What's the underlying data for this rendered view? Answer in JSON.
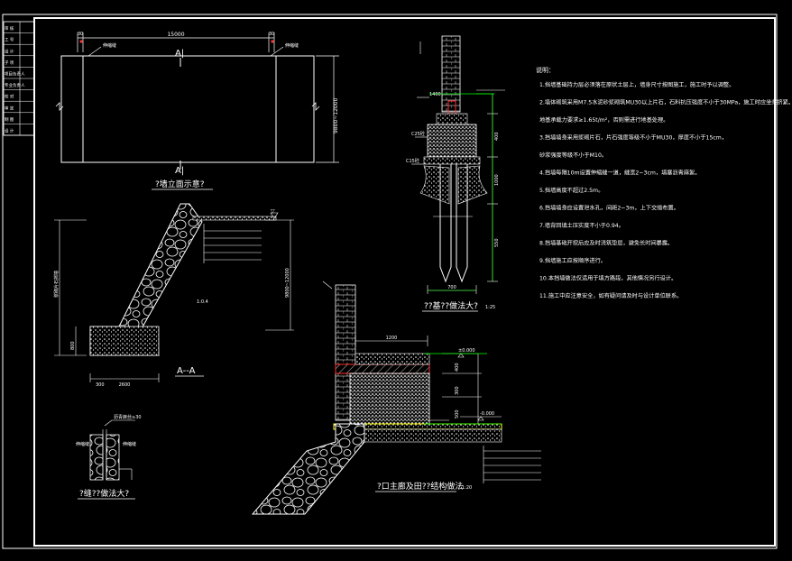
{
  "drawing": {
    "colors": {
      "background": "#000000",
      "line": "#ffffff",
      "dimension": "#00ff00",
      "cap": "#ff3030",
      "yellow": "#ffff00",
      "cyan": "#00ffff"
    },
    "title_block": {
      "rows": [
        "审 核",
        "工 号",
        "设 计",
        "子 项",
        "项目负责人",
        "专业负责人",
        "校 对",
        "审 定",
        "制 图",
        "设 计"
      ]
    },
    "elevation": {
      "label_a_top": "A|",
      "label_a_bottom": "A|",
      "dim_top": "15000",
      "dim_left": "30",
      "dim_right": "30",
      "dim_height": "9800~12000",
      "note_left": "伸缩缝",
      "note_right": "伸缩缝",
      "title": "?墙立面示意?"
    },
    "section_aa": {
      "title": "A--A",
      "top_level": "▽",
      "dim_width": "2600",
      "dim_base": "300",
      "dim_height_left": "800",
      "label_slope": "1:0.4",
      "label_vertical": "浆砌片石挡墙",
      "label_height": "9800~12000"
    },
    "joint": {
      "title": "?缝??做法大?",
      "label_top": "沥青麻丝≥30",
      "label_left": "伸缩缝",
      "label_right": "伸缩缝"
    },
    "pile": {
      "title": "??基??做法大?",
      "scale": "1:25",
      "dim_top": "1400",
      "dim_mid": "400",
      "dim_lower": "1000",
      "dim_bottom": "550",
      "dim_width": "700",
      "label_c25": "C25砼",
      "label_c15": "C15砼"
    },
    "detail": {
      "title": "?口主廊及田??结构做法",
      "scale": "1:20",
      "dim_top": "1200",
      "level_1": "±0.000",
      "level_2": "-0.000",
      "dim_right_1": "400",
      "dim_right_2": "300",
      "dim_right_3": "500"
    },
    "notes": {
      "heading": "说明：",
      "items": [
        "1.挡墙基础持力层必须落在原状土层上，墙身尺寸按图施工，施工时予以调整。",
        "2.墙体砌筑采用M7.5水泥砂浆砌筑MU30以上片石，石料抗压强度不小于30MPa，施工时应坐浆挤紧。",
        "  地基承载力要求≥1.65t/m²，否则需进行地基处理。",
        "3.挡墙墙身采用浆砌片石，片石强度等级不小于MU30，厚度不小于15cm，",
        "  砂浆强度等级不小于M10。",
        "4.挡墙每隔10m设置伸缩缝一道，缝宽2~3cm，填塞沥青麻絮。",
        "5.挡墙高度不超过2.5m。",
        "6.挡墙墙身应设置泄水孔，间距2~3m，上下交错布置。",
        "7.墙背回填土压实度不小于0.94。",
        "8.挡墙基础开挖后应及时浇筑垫层，避免长时间暴露。",
        "9.挡墙施工应按顺序进行。",
        "10.本挡墙做法仅适用于填方路段，其他情况另行设计。",
        "11.施工中应注意安全，如有疑问请及时与设计单位联系。"
      ]
    }
  }
}
